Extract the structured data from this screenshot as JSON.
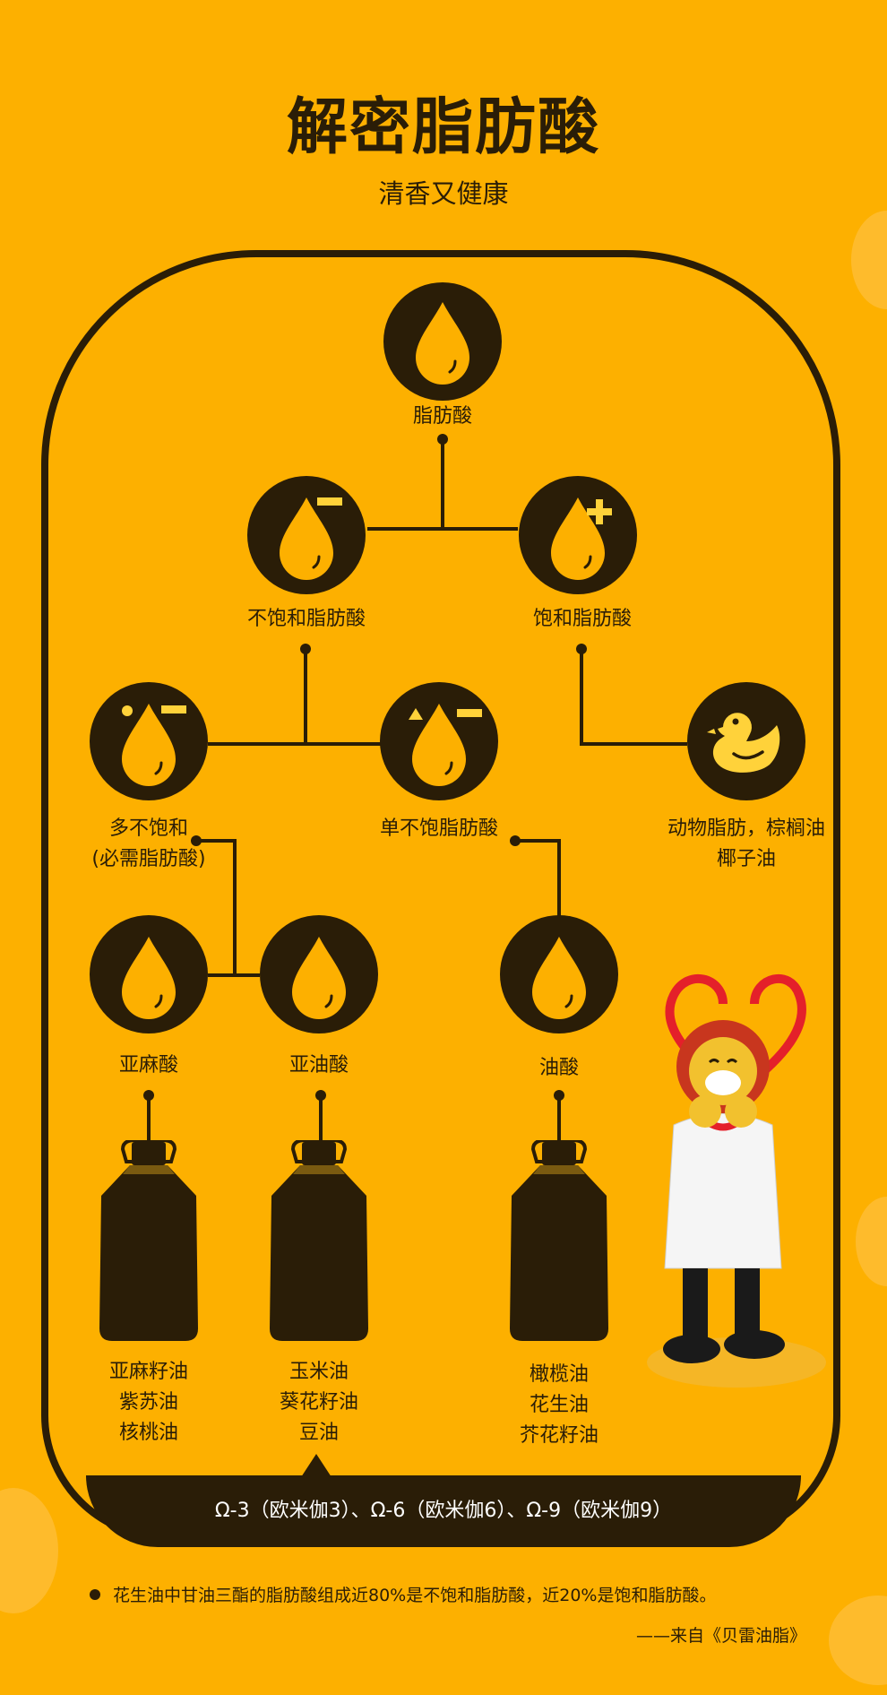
{
  "header": {
    "title": "解密脂肪酸",
    "subtitle": "清香又健康"
  },
  "colors": {
    "background": "#FDB000",
    "dark": "#2A1D07",
    "accent": "#FFD23A"
  },
  "nodes": {
    "root": {
      "label": "脂肪酸",
      "icon": "oil-drop-icon"
    },
    "unsaturated": {
      "label": "不饱和脂肪酸",
      "icon": "oil-drop-minus-icon"
    },
    "saturated": {
      "label": "饱和脂肪酸",
      "icon": "oil-drop-plus-icon"
    },
    "polyunsaturated": {
      "label_line1": "多不饱和",
      "label_line2": "(必需脂肪酸)",
      "icon": "oil-drop-dot-minus-icon"
    },
    "monounsaturated": {
      "label": "单不饱脂肪酸",
      "icon": "oil-drop-triangle-minus-icon"
    },
    "animal_fat": {
      "label_line1": "动物脂肪，棕榈油",
      "label_line2": "椰子油",
      "icon": "duck-icon"
    },
    "linolenic": {
      "label": "亚麻酸",
      "icon": "oil-drop-icon"
    },
    "linoleic": {
      "label": "亚油酸",
      "icon": "oil-drop-icon"
    },
    "oleic": {
      "label": "油酸",
      "icon": "oil-drop-icon"
    }
  },
  "oils": {
    "linolenic": [
      "亚麻籽油",
      "紫苏油",
      "核桃油"
    ],
    "linoleic": [
      "玉米油",
      "葵花籽油",
      "豆油"
    ],
    "oleic": [
      "橄榄油",
      "花生油",
      "芥花籽油"
    ]
  },
  "band_text": "Ω-3（欧米伽3）、Ω-6（欧米伽6）、Ω-9（欧米伽9）",
  "footnote": "花生油中甘油三酯的脂肪酸组成近80%是不饱和脂肪酸，近20%是饱和脂肪酸。",
  "source": "——来自《贝雷油脂》",
  "mascot": {
    "icon": "lion-mascot-heart-icon"
  }
}
